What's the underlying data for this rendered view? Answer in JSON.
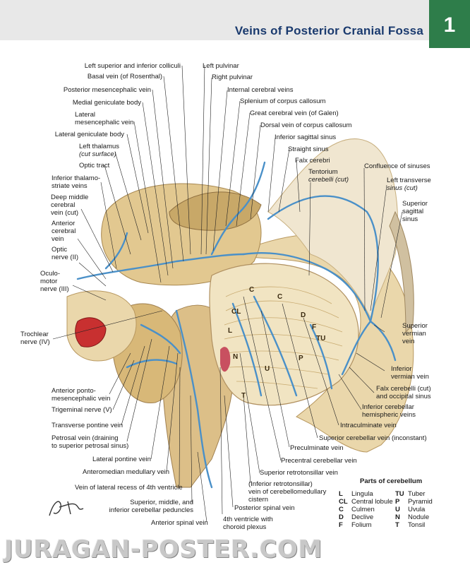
{
  "header": {
    "title": "Veins of Posterior Cranial Fossa",
    "plate_number": "1"
  },
  "labels": {
    "left_sup_inf_colliculi": "Left superior and inferior colliculi",
    "basal_vein": "Basal vein (of Rosenthal)",
    "posterior_mesencephalic_vein": "Posterior mesencephalic vein",
    "medial_geniculate_body": "Medial geniculate body",
    "lateral_mesencephalic_vein_1": "Lateral",
    "lateral_mesencephalic_vein_2": "mesencephalic vein",
    "lateral_geniculate_body": "Lateral geniculate body",
    "left_thalamus_1": "Left thalamus",
    "left_thalamus_2": "(cut surface)",
    "optic_tract": "Optic tract",
    "inferior_thalamostriate_1": "Inferior thalamo-",
    "inferior_thalamostriate_2": "striate veins",
    "deep_middle_cerebral_1": "Deep middle",
    "deep_middle_cerebral_2": "cerebral",
    "deep_middle_cerebral_3": "vein (cut)",
    "anterior_cerebral_1": "Anterior",
    "anterior_cerebral_2": "cerebral",
    "anterior_cerebral_3": "vein",
    "optic_nerve_1": "Optic",
    "optic_nerve_2": "nerve (II)",
    "oculomotor_1": "Oculo-",
    "oculomotor_2": "motor",
    "oculomotor_3": "nerve (III)",
    "trochlear_1": "Trochlear",
    "trochlear_2": "nerve (IV)",
    "left_pulvinar": "Left pulvinar",
    "right_pulvinar": "Right pulvinar",
    "internal_cerebral_veins": "Internal cerebral veins",
    "splenium": "Splenium of corpus callosum",
    "great_cerebral_vein": "Great cerebral vein (of Galen)",
    "dorsal_vein_cc": "Dorsal vein of corpus callosum",
    "inferior_sagittal_sinus": "Inferior sagittal sinus",
    "straight_sinus": "Straight sinus",
    "falx_cerebri": "Falx cerebri",
    "tentorium_1": "Tentorium",
    "tentorium_2": "cerebelli (cut)",
    "confluence": "Confluence of sinuses",
    "left_transverse_1": "Left transverse",
    "left_transverse_2": "sinus (cut)",
    "superior_sagittal_1": "Superior",
    "superior_sagittal_2": "sagittal",
    "superior_sagittal_3": "sinus",
    "superior_vermian_1": "Superior",
    "superior_vermian_2": "vermian",
    "superior_vermian_3": "vein",
    "inferior_vermian_1": "Inferior",
    "inferior_vermian_2": "vermian vein",
    "falx_cerebelli_1": "Falx cerebelli (cut)",
    "falx_cerebelli_2": "and occipital sinus",
    "inferior_cerebellar_hemi_1": "Inferior cerebellar",
    "inferior_cerebellar_hemi_2": "hemispheric veins",
    "intraculminate": "Intraculminate vein",
    "superior_cerebellar_vein": "Superior cerebellar vein (inconstant)",
    "preculminate": "Preculminate vein",
    "precentral_cerebellar": "Precentral cerebellar vein",
    "superior_retrotonsillar": "Superior retrotonsillar vein",
    "inferior_retrotonsillar_1": "(Inferior retrotonsillar)",
    "inferior_retrotonsillar_2": "vein of cerebellomedullary",
    "inferior_retrotonsillar_3": "cistern",
    "posterior_spinal": "Posterior spinal vein",
    "fourth_ventricle_1": "4th ventricle with",
    "fourth_ventricle_2": "choroid plexus",
    "anterior_spinal": "Anterior spinal vein",
    "peduncles_1": "Superior, middle, and",
    "peduncles_2": "inferior cerebellar peduncles",
    "lateral_recess": "Vein of lateral recess of 4th ventricle",
    "anteromedian_medullary": "Anteromedian medullary vein",
    "lateral_pontine": "Lateral pontine vein",
    "petrosal_1": "Petrosal vein (draining",
    "petrosal_2": "to superior petrosal sinus)",
    "transverse_pontine": "Transverse pontine vein",
    "trigeminal": "Trigeminal nerve (V)",
    "anterior_ponto_1": "Anterior ponto-",
    "anterior_ponto_2": "mesencephalic vein"
  },
  "structure_letters": [
    "C",
    "C",
    "CL",
    "D",
    "F",
    "TU",
    "L",
    "N",
    "P",
    "U",
    "T"
  ],
  "legend": {
    "title": "Parts of cerebellum",
    "items": [
      {
        "abbr": "L",
        "name": "Lingula"
      },
      {
        "abbr": "CL",
        "name": "Central lobule"
      },
      {
        "abbr": "C",
        "name": "Culmen"
      },
      {
        "abbr": "D",
        "name": "Declive"
      },
      {
        "abbr": "F",
        "name": "Folium"
      },
      {
        "abbr": "TU",
        "name": "Tuber"
      },
      {
        "abbr": "P",
        "name": "Pyramid"
      },
      {
        "abbr": "U",
        "name": "Uvula"
      },
      {
        "abbr": "N",
        "name": "Nodule"
      },
      {
        "abbr": "T",
        "name": "Tonsil"
      }
    ]
  },
  "watermark": "JURAGAN-POSTER.COM",
  "colors": {
    "vein": "#4a90c8",
    "bone": "#e8d4a8",
    "brain": "#d8b878",
    "cerebellum": "#efe2c0",
    "header_bg": "#e8e8e8",
    "plate_bg": "#2e7d4a",
    "title": "#1a3a6e",
    "artery_red": "#c83030"
  }
}
